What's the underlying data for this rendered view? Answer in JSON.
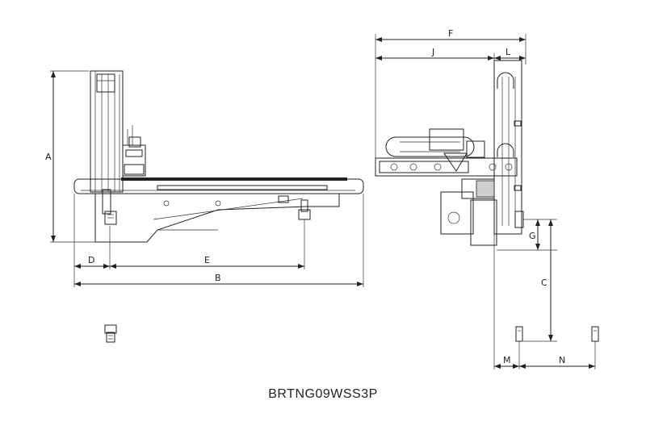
{
  "drawing": {
    "model_code": "BRTNG09WSS3P",
    "side_view": {
      "dims": {
        "A": "A",
        "B": "B",
        "D": "D",
        "E": "E"
      }
    },
    "front_view": {
      "dims": {
        "F": "F",
        "J": "J",
        "L": "L",
        "G": "G",
        "C": "C",
        "M": "M",
        "N": "N"
      }
    }
  }
}
